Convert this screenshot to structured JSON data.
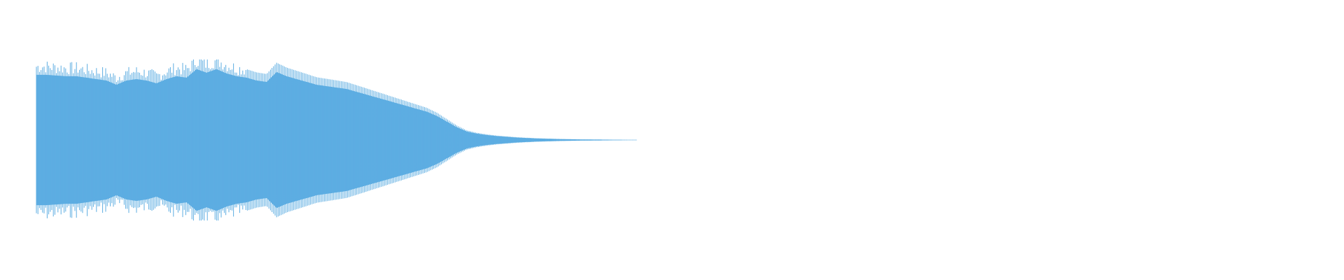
{
  "waveform": {
    "color": "#5dade2",
    "background": "#ffffff",
    "duration_fraction_with_signal": 0.45,
    "envelope": [
      0.92,
      0.92,
      0.91,
      0.9,
      0.9,
      0.88,
      0.86,
      0.84,
      0.78,
      0.84,
      0.86,
      0.84,
      0.8,
      0.86,
      0.9,
      0.88,
      1.0,
      0.95,
      1.0,
      0.94,
      0.9,
      0.88,
      0.84,
      0.82,
      0.96,
      0.9,
      0.86,
      0.82,
      0.78,
      0.76,
      0.74,
      0.72,
      0.68,
      0.64,
      0.6,
      0.56,
      0.52,
      0.48,
      0.44,
      0.4,
      0.34,
      0.26,
      0.18,
      0.12,
      0.09,
      0.07,
      0.055,
      0.045,
      0.035,
      0.028,
      0.022,
      0.018,
      0.014,
      0.011,
      0.009,
      0.007,
      0.006,
      0.005,
      0.004,
      0.003,
      0.002
    ]
  }
}
